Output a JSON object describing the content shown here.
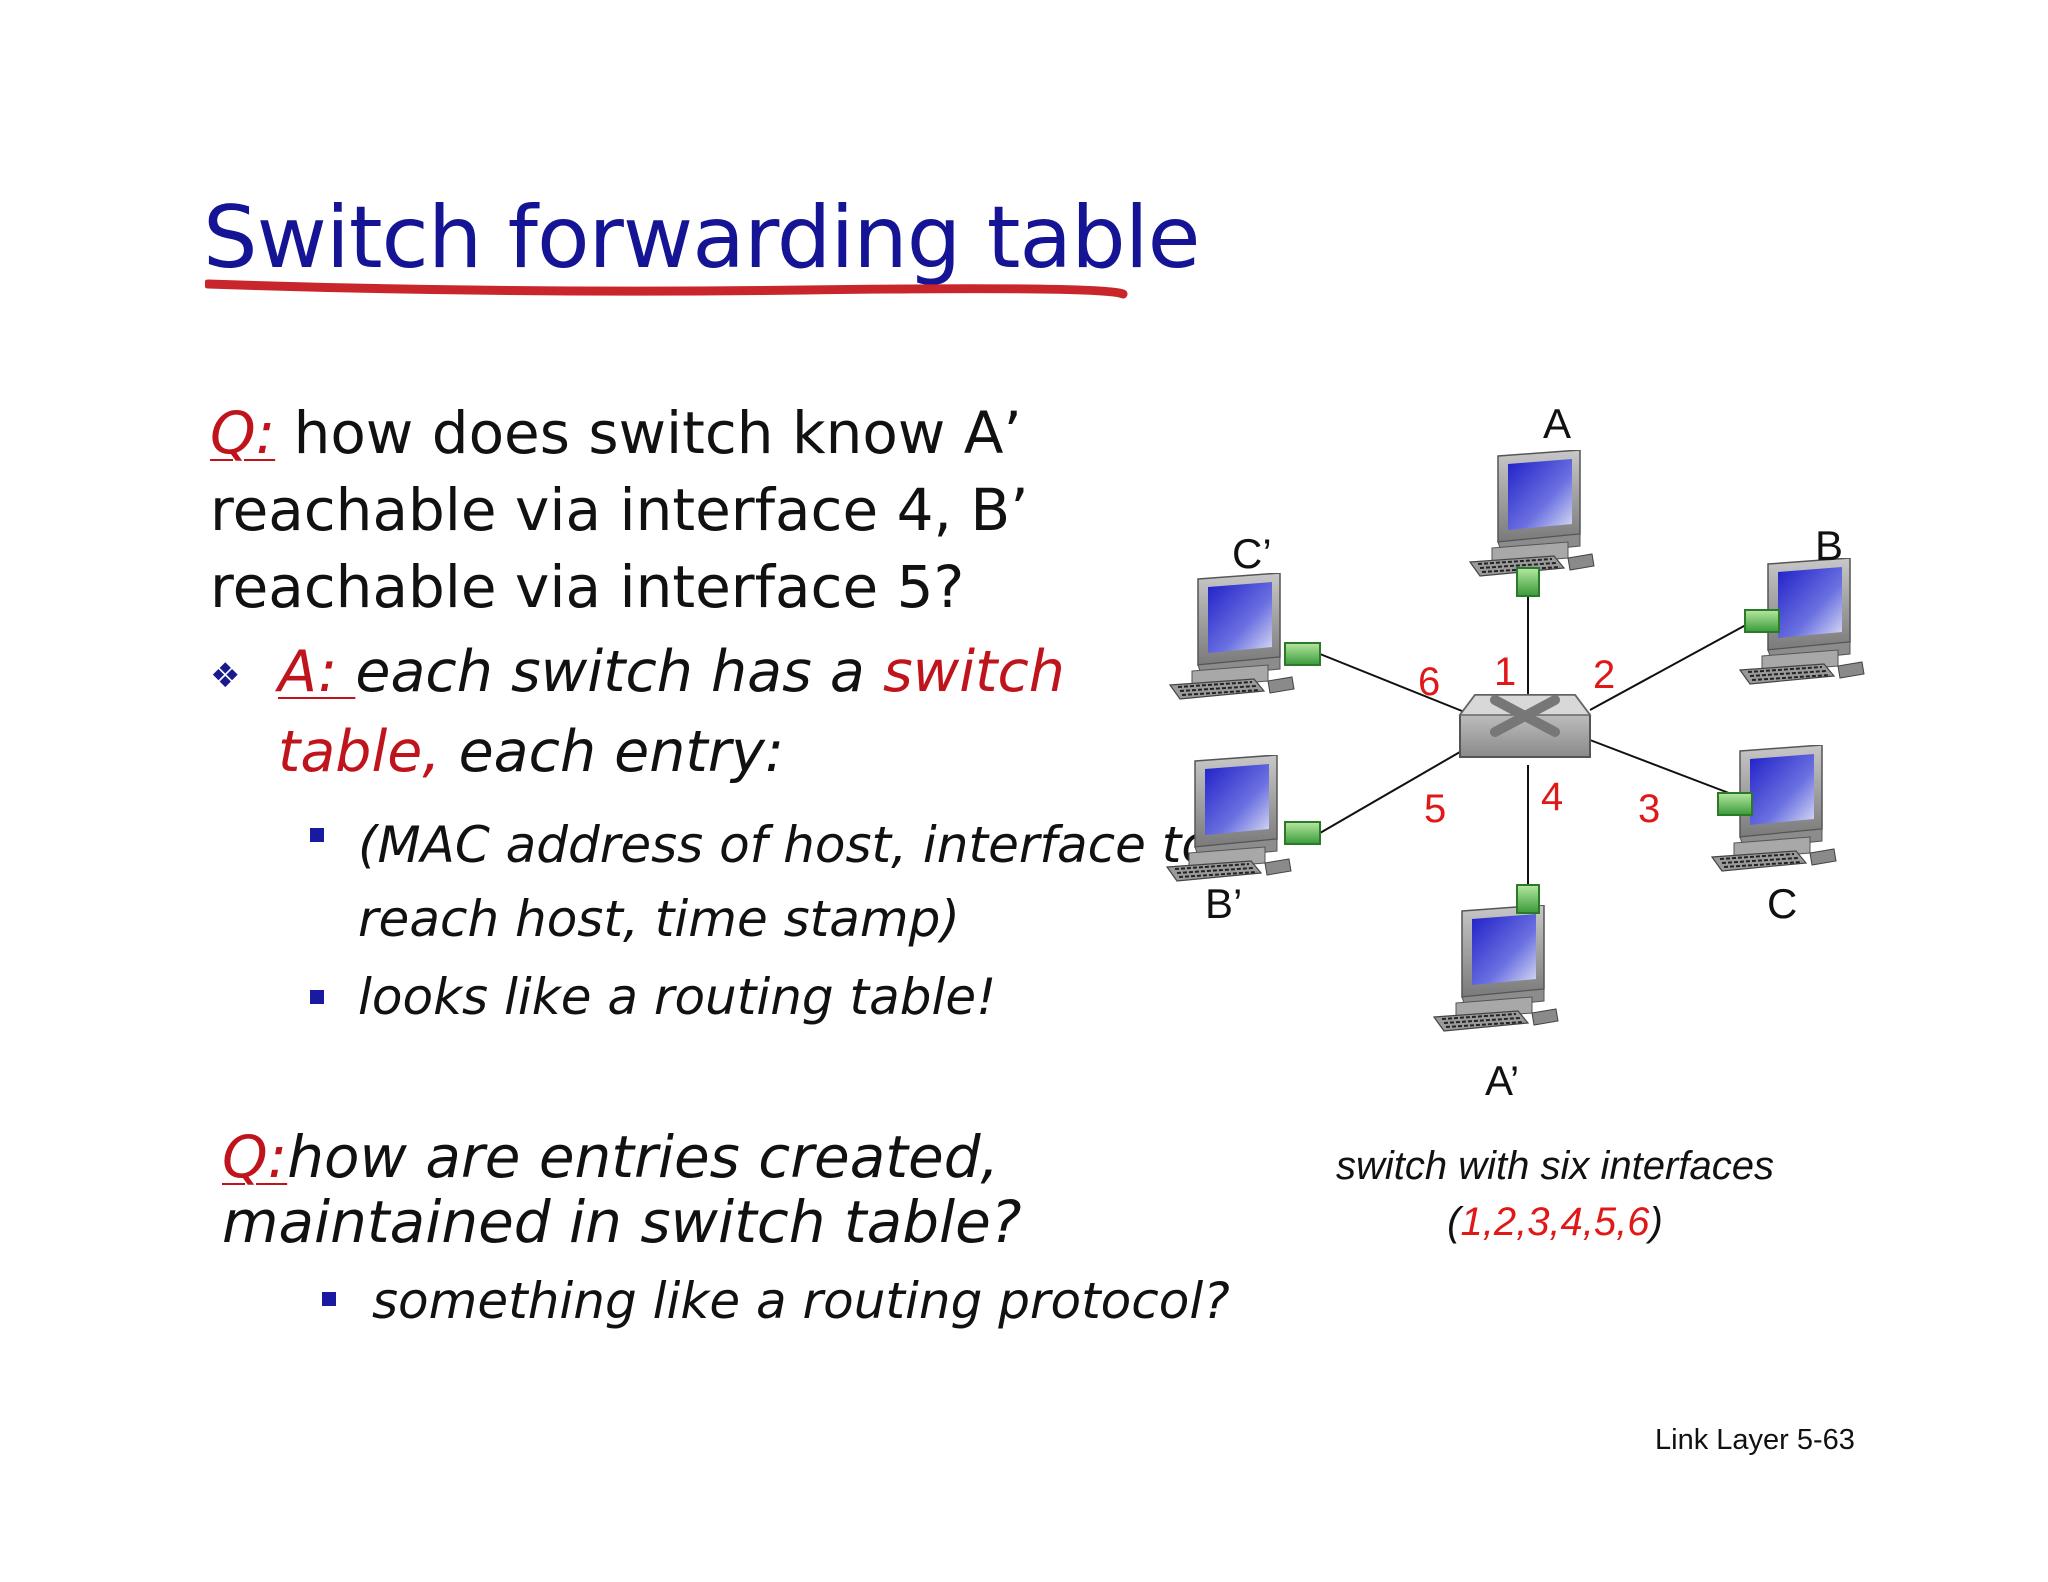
{
  "slide": {
    "title": "Switch forwarding table",
    "q1": {
      "q_label": "Q:",
      "line1": " how does switch know A’",
      "line2": "reachable via interface 4, B’",
      "line3": "reachable via interface 5?"
    },
    "a1": {
      "a_label": "A: ",
      "line1_a": " each switch has a ",
      "line1_b": "switch",
      "line2_a": "table,",
      "line2_b": " each entry:"
    },
    "bullets": [
      {
        "line1": "(MAC address of host, interface to",
        "line2": "reach host, time stamp)"
      },
      {
        "line1": "looks like a routing table!"
      }
    ],
    "q2": {
      "q_label": "Q:",
      "line1": "how are entries created,",
      "line2": "maintained in switch table?"
    },
    "q2_bullet": "something like a routing protocol?",
    "caption": {
      "line1": "switch with six interfaces",
      "open": "(",
      "ports": "1,2,3,4,5,6",
      "close": ")"
    },
    "footer": "Link Layer  5-63"
  },
  "diagram": {
    "hosts": [
      "A",
      "B",
      "C",
      "A’",
      "B’",
      "C’"
    ],
    "ports": [
      "1",
      "2",
      "3",
      "4",
      "5",
      "6"
    ],
    "colors": {
      "title": "#141494",
      "accent": "#c0141c",
      "port_label": "#e01818",
      "connector": "#3a9a3a"
    }
  }
}
